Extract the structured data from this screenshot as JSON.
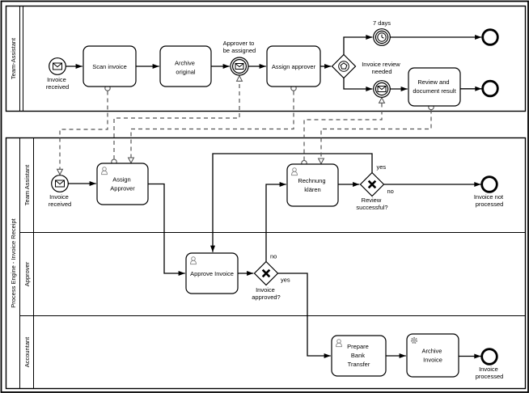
{
  "diagram_type": "BPMN collaboration diagram",
  "colors": {
    "stroke": "#000000",
    "background": "#ffffff",
    "message_flow": "#555555",
    "task_icon": "#828282"
  },
  "pools": {
    "team_assistant": {
      "label": "Team-Assistant"
    },
    "process_engine": {
      "label": "Process Engine - Invoice Receipt",
      "lanes": {
        "team_assistant": "Team Assistant",
        "approver": "Approver",
        "accountant": "Accountant"
      }
    }
  },
  "nodes": {
    "invoice_received_top": {
      "type": "message-start-event",
      "label": [
        "Invoice",
        "received"
      ]
    },
    "scan_invoice": {
      "type": "task",
      "label": [
        "Scan invoice"
      ]
    },
    "archive_original": {
      "type": "task",
      "label": [
        "Archive",
        "original"
      ]
    },
    "approver_to_be_assigned": {
      "type": "message-catch-event",
      "label": [
        "Approver to",
        "be assigned"
      ]
    },
    "assign_approver_top": {
      "type": "task",
      "label": [
        "Assign approver"
      ]
    },
    "event_gateway": {
      "type": "event-based-gateway",
      "label": []
    },
    "seven_days": {
      "type": "timer-event",
      "label": [
        "7 days"
      ]
    },
    "end_after_timer": {
      "type": "end-event",
      "label": []
    },
    "invoice_review_needed": {
      "type": "message-catch-event",
      "label": [
        "Invoice review",
        "needed"
      ]
    },
    "review_and_document_result": {
      "type": "task",
      "label": [
        "Review and",
        "document result"
      ]
    },
    "end_after_review": {
      "type": "end-event",
      "label": []
    },
    "invoice_received_bottom": {
      "type": "message-start-event",
      "label": [
        "Invoice",
        "received"
      ]
    },
    "assign_approver_bottom": {
      "type": "user-task",
      "label": [
        "Assign",
        "Approver"
      ]
    },
    "rechnung_klaeren": {
      "type": "user-task",
      "label": [
        "Rechnung",
        "klären"
      ]
    },
    "review_successful": {
      "type": "xor-gateway",
      "label": [
        "Review",
        "successful?"
      ]
    },
    "invoice_not_processed": {
      "type": "end-event",
      "label": [
        "Invoice not",
        "processed"
      ]
    },
    "approve_invoice": {
      "type": "user-task",
      "label": [
        "Approve Invoice"
      ]
    },
    "invoice_approved": {
      "type": "xor-gateway",
      "label": [
        "Invoice",
        "approved?"
      ]
    },
    "prepare_bank_transfer": {
      "type": "user-task",
      "label": [
        "Prepare",
        "Bank",
        "Transfer"
      ]
    },
    "archive_invoice": {
      "type": "service-task",
      "label": [
        "Archive",
        "Invoice"
      ]
    },
    "invoice_processed": {
      "type": "end-event",
      "label": [
        "Invoice",
        "processed"
      ]
    }
  },
  "edge_labels": {
    "review_yes": "yes",
    "review_no": "no",
    "approved_no": "no",
    "approved_yes": "yes"
  }
}
